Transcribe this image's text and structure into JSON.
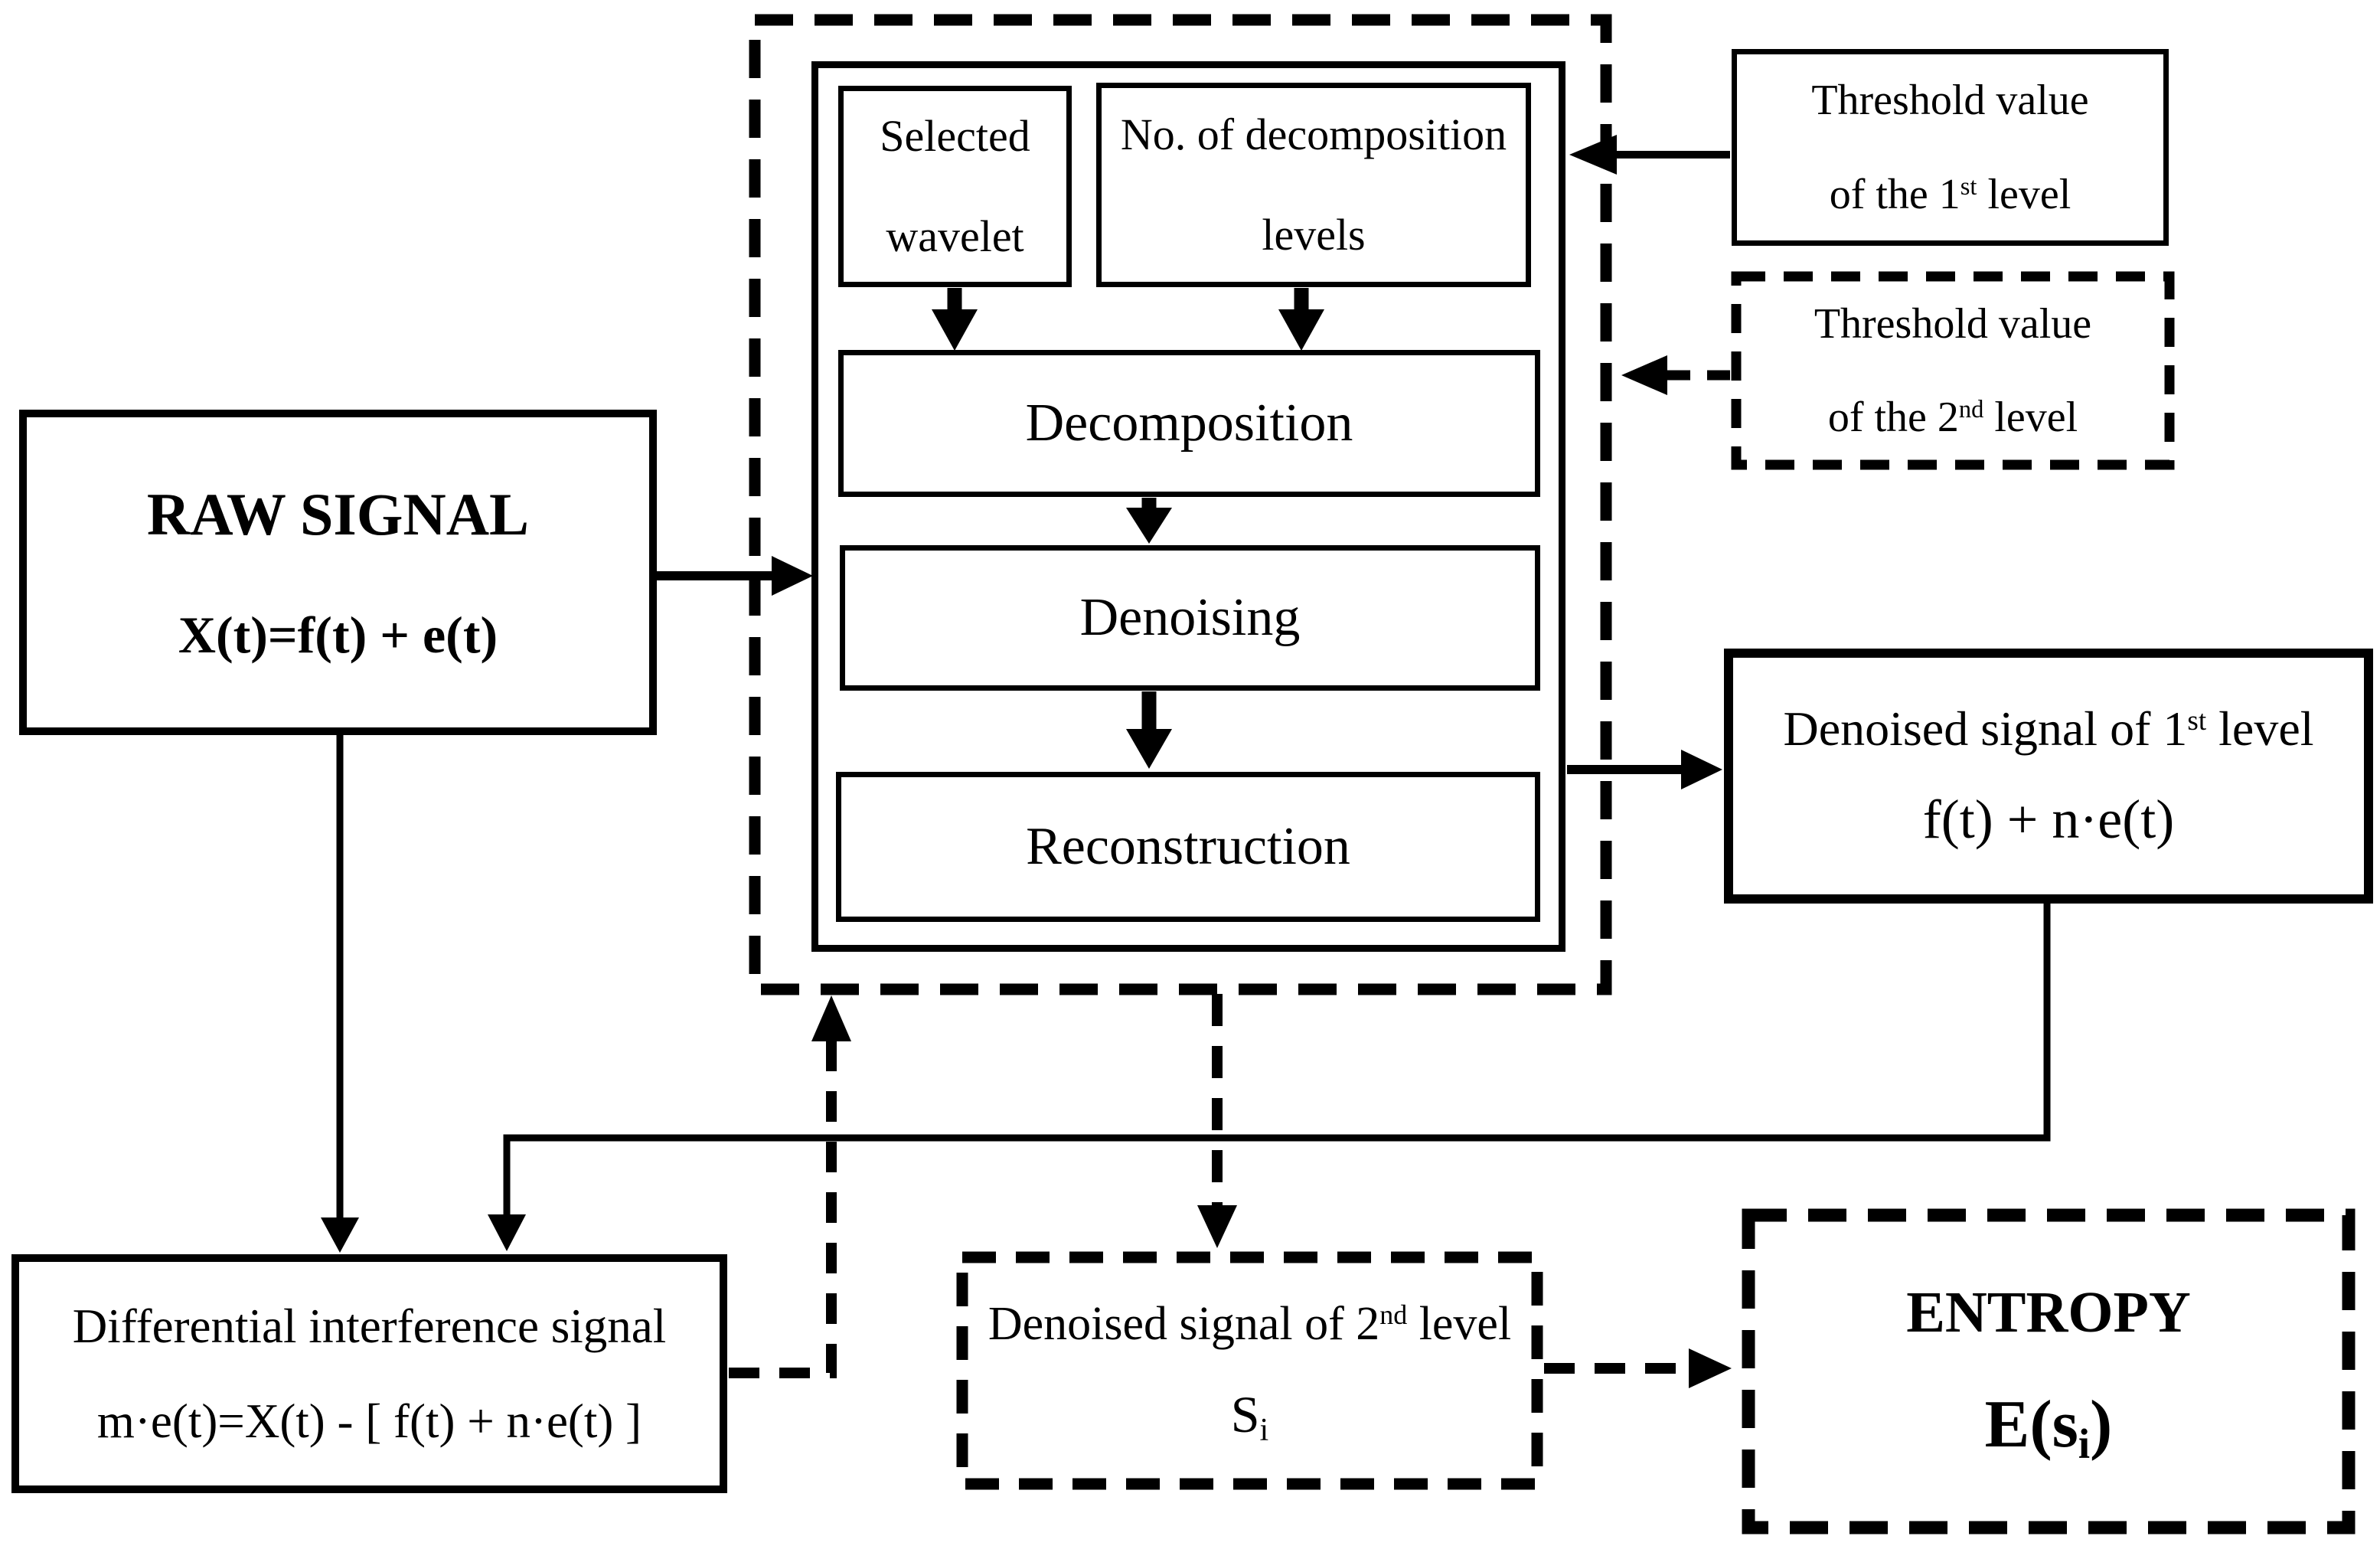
{
  "colors": {
    "ink": "#000000",
    "paper": "#ffffff"
  },
  "nodes": {
    "raw_signal": {
      "title": "RAW SIGNAL",
      "formula": "X(t)=f(t) + e(t)"
    },
    "selected_wavelet": {
      "line1": "Selected",
      "line2": "wavelet"
    },
    "decomposition_levels": {
      "line1": "No. of decomposition",
      "line2": "levels"
    },
    "decomposition": {
      "label": "Decomposition"
    },
    "denoising": {
      "label": "Denoising"
    },
    "reconstruction": {
      "label": "Reconstruction"
    },
    "threshold_level_1": {
      "line1": "Threshold value",
      "line2_pre": "of the 1",
      "line2_sup": "st",
      "line2_post": " level"
    },
    "threshold_level_2": {
      "line1": "Threshold value",
      "line2_pre": "of the 2",
      "line2_sup": "nd",
      "line2_post": " level"
    },
    "denoised_level_1": {
      "line1_pre": "Denoised signal of 1",
      "line1_sup": "st",
      "line1_post": " level",
      "formula": "f(t) + n·e(t)"
    },
    "differential_interference": {
      "line1": "Differential interference signal",
      "formula": "m·e(t)=X(t) - [ f(t) + n·e(t) ]"
    },
    "denoised_level_2": {
      "line1_pre": "Denoised signal of 2",
      "line1_sup": "nd",
      "line1_post": " level",
      "symbol_main": "S",
      "symbol_sub": "i"
    },
    "entropy": {
      "title": "ENTROPY",
      "formula_pre": "E(s",
      "formula_sub": "i",
      "formula_post": ")"
    }
  }
}
